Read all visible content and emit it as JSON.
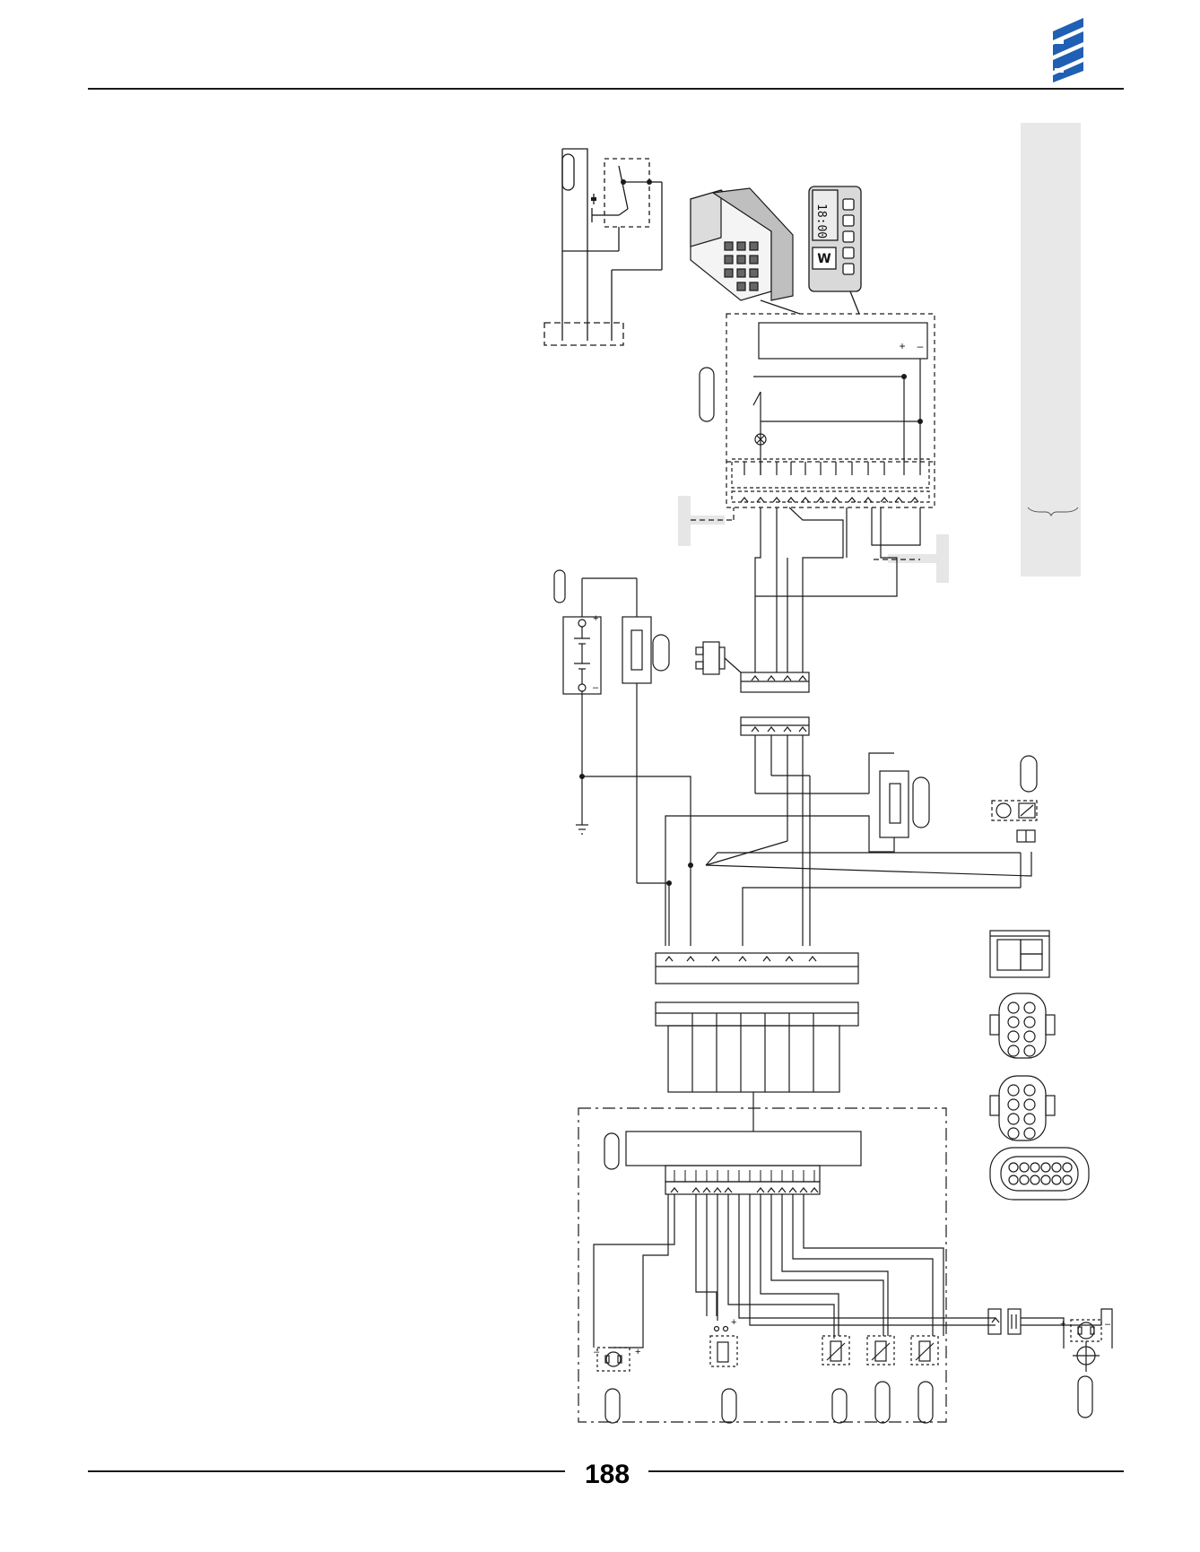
{
  "page": {
    "number": "188"
  },
  "brand": {
    "logo_color": "#1f5fb4"
  },
  "colors": {
    "sidebar": "#e8e8e8",
    "line": "#1a1a1a"
  },
  "controller": {
    "display_text": "18:00",
    "logo_text": "W"
  },
  "power_module": {
    "plus_symbol": "+",
    "minus_symbol": "–"
  },
  "battery": {
    "plus_symbol": "+",
    "minus_symbol": "–"
  },
  "heater_motor": {
    "plus_symbol": "+",
    "minus_symbol": "–"
  },
  "glow_plug": {
    "plus_symbol": "+"
  },
  "fuel_pump": {
    "plus_symbol": "+",
    "minus_symbol": "–"
  }
}
